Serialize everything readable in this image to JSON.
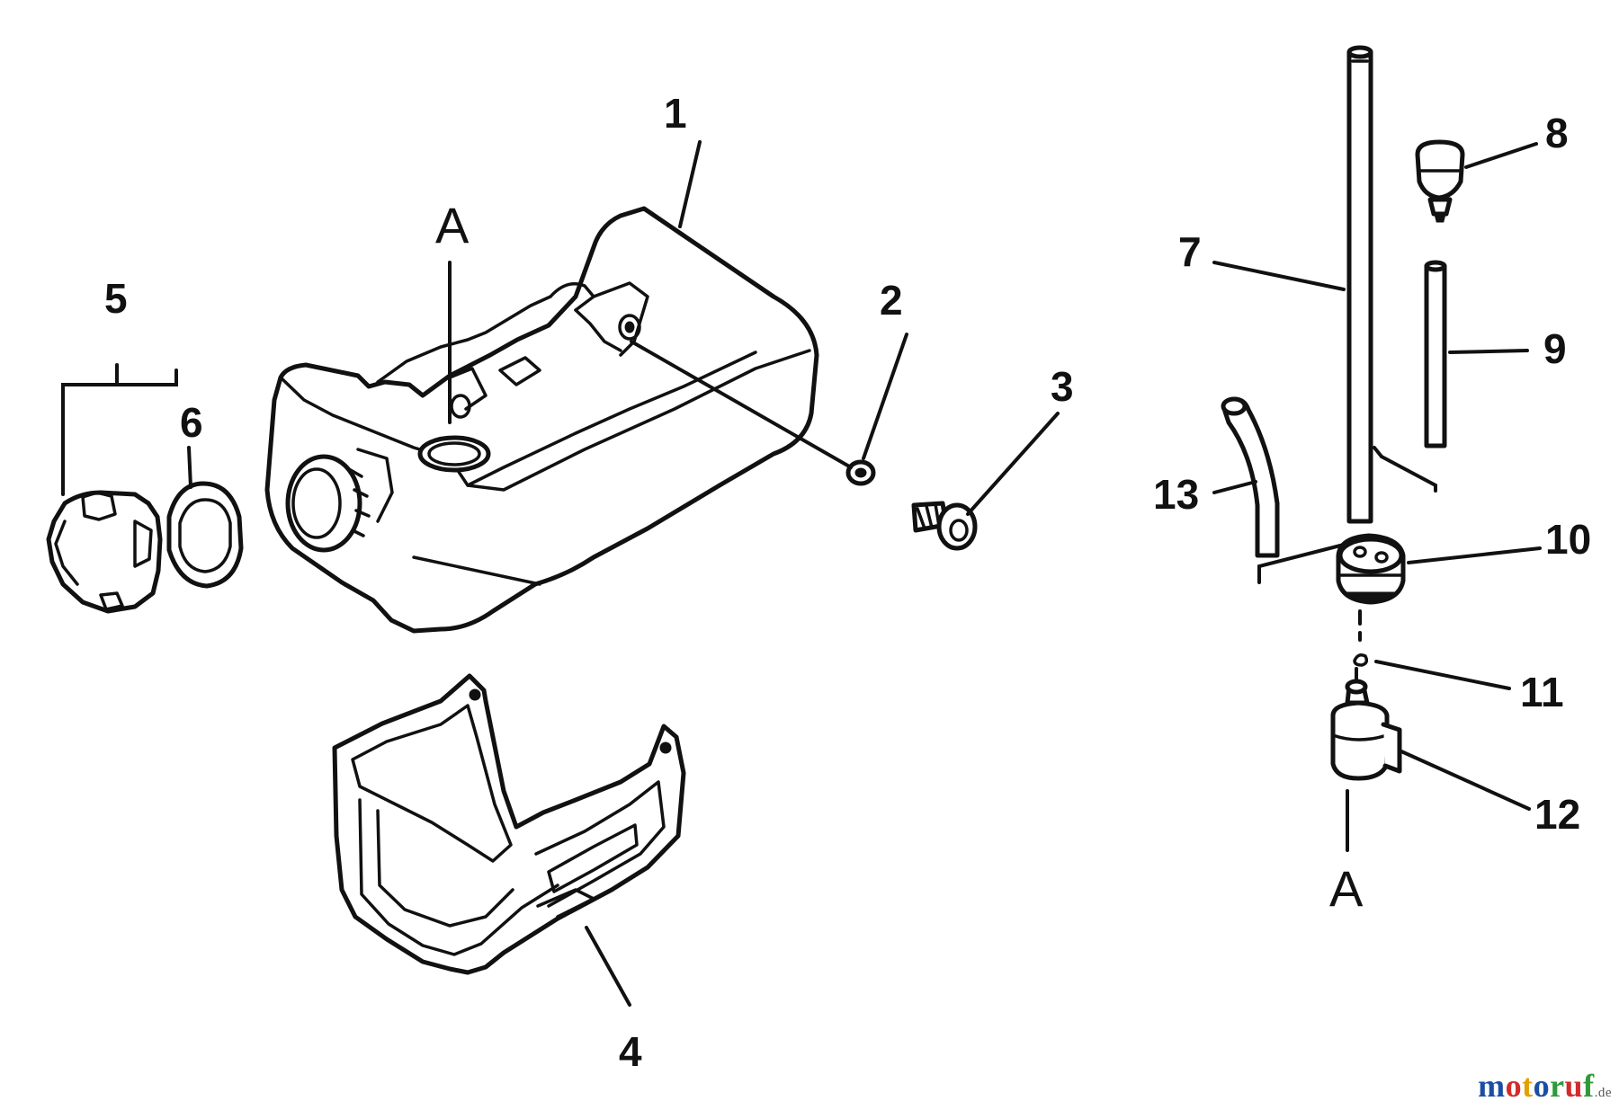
{
  "callouts": {
    "c1": "1",
    "c2": "2",
    "c3": "3",
    "c4": "4",
    "c5": "5",
    "c6": "6",
    "c7": "7",
    "c8": "8",
    "c9": "9",
    "c10": "10",
    "c11": "11",
    "c12": "12",
    "c13": "13",
    "a_top": "A",
    "a_bottom": "A"
  },
  "watermark": {
    "m1": "m",
    "o1": "o",
    "t": "t",
    "o2": "o",
    "r": "r",
    "u": "u",
    "f": "f",
    "suffix": ".de",
    "colors": [
      "#1a4fa3",
      "#d22b2b",
      "#e0a100",
      "#1a4fa3",
      "#2e9a3a",
      "#d22b2b",
      "#2e9a3a"
    ]
  }
}
